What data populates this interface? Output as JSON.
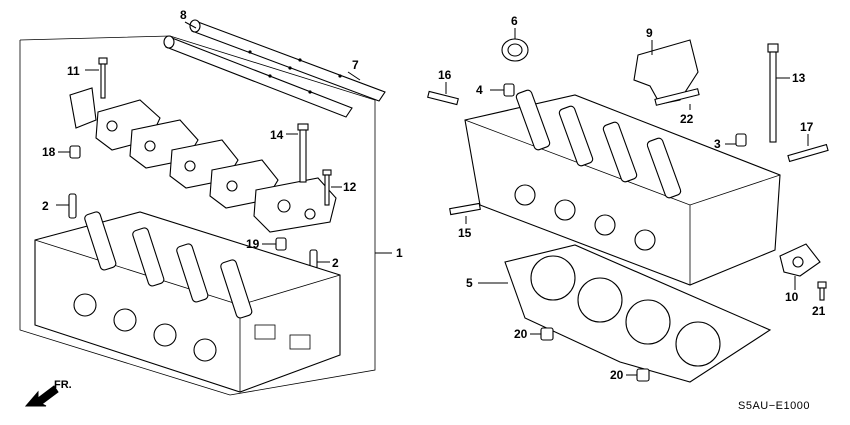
{
  "callouts": {
    "c1": "1",
    "c2a": "2",
    "c2b": "2",
    "c3": "3",
    "c4": "4",
    "c5": "5",
    "c6": "6",
    "c7": "7",
    "c8": "8",
    "c9": "9",
    "c10": "10",
    "c11": "11",
    "c12": "12",
    "c13": "13",
    "c14": "14",
    "c15": "15",
    "c16": "16",
    "c17": "17",
    "c18": "18",
    "c19": "19",
    "c20a": "20",
    "c20b": "20",
    "c21": "21",
    "c22": "22"
  },
  "direction_label": "FR.",
  "diagram_code": "S5AU−E1000"
}
